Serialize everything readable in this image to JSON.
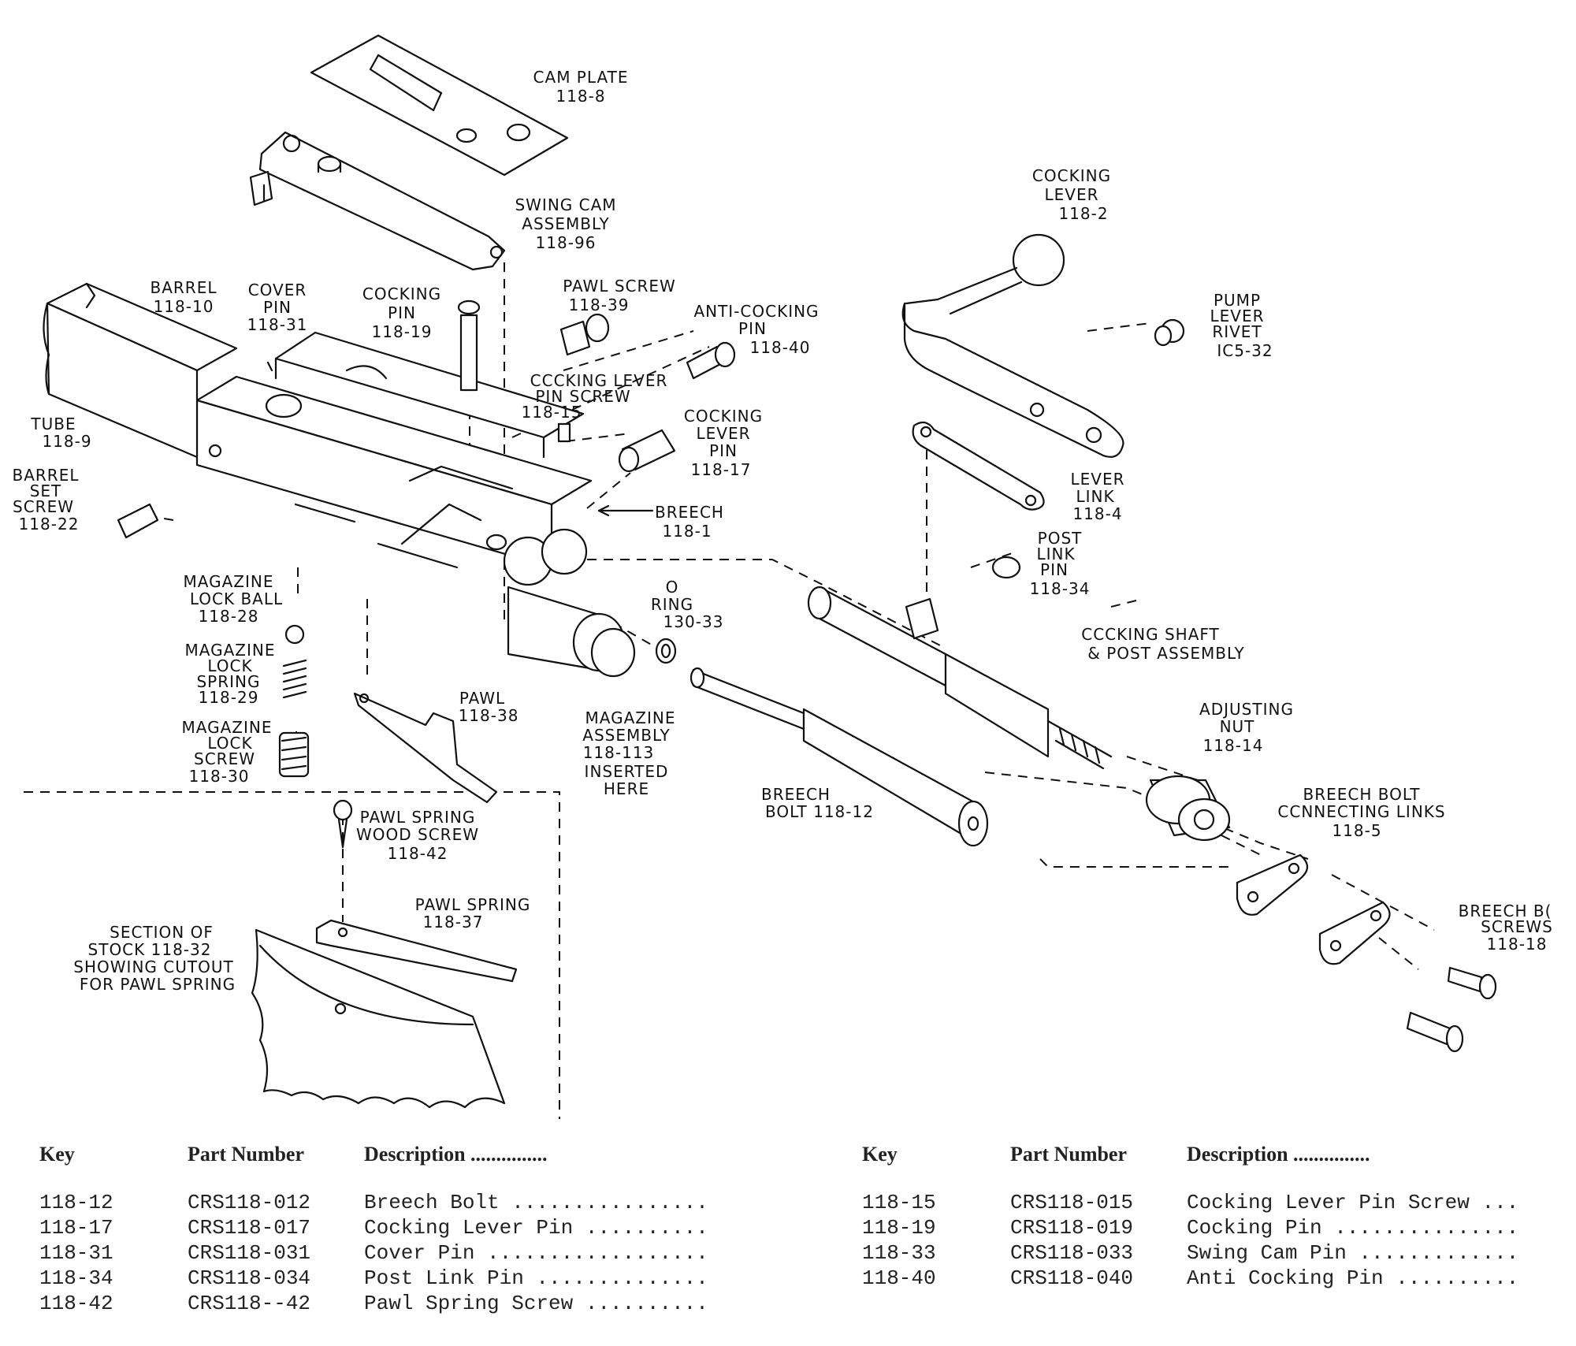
{
  "labels": {
    "cam_plate": [
      "CAM PLATE",
      "118-8"
    ],
    "swing_cam": [
      "SWING CAM",
      "ASSEMBLY",
      "118-96"
    ],
    "cocking_lever": [
      "COCKING",
      "LEVER",
      "118-2"
    ],
    "barrel": [
      "BARREL",
      "118-10"
    ],
    "cover_pin": [
      "COVER",
      "PIN",
      "118-31"
    ],
    "cocking_pin": [
      "COCKING",
      "PIN",
      "118-19"
    ],
    "pawl_screw": [
      "PAWL SCREW",
      "118-39"
    ],
    "anti_cocking_pin": [
      "ANTI-COCKING",
      "PIN",
      "118-40"
    ],
    "pump_lever_rivet": [
      "PUMP",
      "LEVER",
      "RIVET",
      "IC5-32"
    ],
    "cocking_lever_pin_screw": [
      "CCCKING LEVER",
      "PIN SCREW",
      "118-15"
    ],
    "cocking_lever_pin": [
      "COCKING",
      "LEVER",
      "PIN",
      "118-17"
    ],
    "tube": [
      "TUBE",
      "118-9"
    ],
    "barrel_set_screw": [
      "BARREL",
      "SET",
      "SCREW",
      "118-22"
    ],
    "breech": [
      "BREECH",
      "118-1"
    ],
    "lever_link": [
      "LEVER",
      "LINK",
      "118-4"
    ],
    "post_link_pin": [
      "POST",
      "LINK",
      "PIN",
      "118-34"
    ],
    "magazine_lock_ball": [
      "MAGAZINE",
      "LOCK BALL",
      "118-28"
    ],
    "o_ring": [
      "O",
      "RING",
      "130-33"
    ],
    "cocking_shaft": [
      "CCCKING SHAFT",
      "& POST ASSEMBLY"
    ],
    "magazine_lock_spring": [
      "MAGAZINE",
      "LOCK",
      "SPRING",
      "118-29"
    ],
    "pawl": [
      "PAWL",
      "118-38"
    ],
    "magazine_lock_screw": [
      "MAGAZINE",
      "LOCK",
      "SCREW",
      "118-30"
    ],
    "magazine_assembly": [
      "MAGAZINE",
      "ASSEMBLY",
      "118-113",
      "INSERTED",
      "HERE"
    ],
    "adjusting_nut": [
      "ADJUSTING",
      "NUT",
      "118-14"
    ],
    "breech_bolt": [
      "BREECH",
      "BOLT  118-12"
    ],
    "breech_bolt_links": [
      "BREECH BOLT",
      "CCNNECTING LINKS",
      "118-5"
    ],
    "pawl_spring_wood_screw": [
      "PAWL SPRING",
      "WOOD SCREW",
      "118-42"
    ],
    "pawl_spring": [
      "PAWL SPRING",
      "118-37"
    ],
    "breech_bolt_screws": [
      "BREECH B(",
      "SCREWS",
      "118-18"
    ],
    "stock_section": [
      "SECTION OF",
      "STOCK 118-32",
      "SHOWING CUTOUT",
      "FOR PAWL SPRING"
    ]
  },
  "parts_tables": {
    "left": {
      "headers": [
        "Key",
        "Part Number",
        "Description ..............."
      ],
      "rows": [
        [
          "118-12",
          "CRS118-012",
          "Breech Bolt ................"
        ],
        [
          "118-17",
          "CRS118-017",
          "Cocking Lever Pin .........."
        ],
        [
          "118-31",
          "CRS118-031",
          "Cover Pin .................."
        ],
        [
          "118-34",
          "CRS118-034",
          "Post Link Pin .............."
        ],
        [
          "118-42",
          "CRS118--42",
          "Pawl Spring Screw .........."
        ]
      ]
    },
    "right": {
      "headers": [
        "Key",
        "Part Number",
        "Description ..............."
      ],
      "rows": [
        [
          "118-15",
          "CRS118-015",
          "Cocking Lever Pin Screw ..."
        ],
        [
          "118-19",
          "CRS118-019",
          "Cocking Pin ..............."
        ],
        [
          "118-33",
          "CRS118-033",
          "Swing Cam Pin ............."
        ],
        [
          "118-40",
          "CRS118-040",
          "Anti Cocking Pin .........."
        ]
      ]
    }
  }
}
